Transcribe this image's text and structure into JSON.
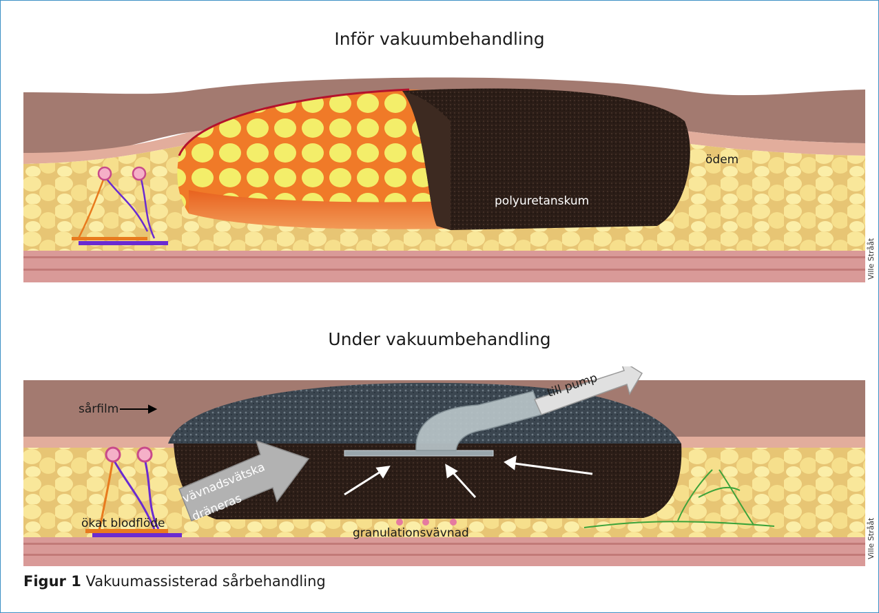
{
  "figure": {
    "top_title": "Inför vakuumbehandling",
    "bottom_title": "Under vakuumbehandling",
    "caption_label": "Figur 1",
    "caption_text": "Vakuumassisterad sårbehandling",
    "credit": "Ville Strååt"
  },
  "top_panel": {
    "labels": {
      "foam": "polyuretanskum",
      "edema": "ödem"
    }
  },
  "bottom_panel": {
    "labels": {
      "film": "sårfilm",
      "pump": "till pump",
      "drain_line1": "vävnadsvätska",
      "drain_line2": "dräneras",
      "blood": "ökat blodflöde",
      "granulation": "granulationsvävnad"
    }
  },
  "colors": {
    "skin": "#a37a70",
    "dermis": "#e7b7a8",
    "fat": "#f2dc8f",
    "fat_cell": "#fbec9f",
    "muscle": "#d99a98",
    "wound": "#f27a2a",
    "foam": "#2a1c16",
    "border": "#3b8fc4"
  }
}
